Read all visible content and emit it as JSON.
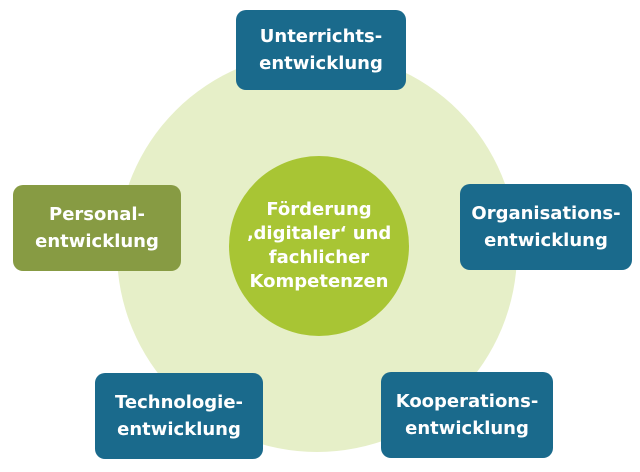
{
  "diagram": {
    "center": {
      "label": "Förderung\n‚digitaler‘ und\nfachlicher\nKompetenzen"
    },
    "nodes": [
      {
        "id": "unterricht",
        "label": "Unterrichts-\nentwicklung",
        "color": "#1a6a8c"
      },
      {
        "id": "organisation",
        "label": "Organisations-\nentwicklung",
        "color": "#1a6a8c"
      },
      {
        "id": "kooperation",
        "label": "Kooperations-\nentwicklung",
        "color": "#1a6a8c"
      },
      {
        "id": "technologie",
        "label": "Technologie-\nentwicklung",
        "color": "#1a6a8c"
      },
      {
        "id": "personal",
        "label": "Personal-\nentwicklung",
        "color": "#879b43"
      }
    ],
    "colors": {
      "outer_ring": "#e6efc8",
      "core": "#a8c534",
      "text": "#ffffff"
    }
  }
}
